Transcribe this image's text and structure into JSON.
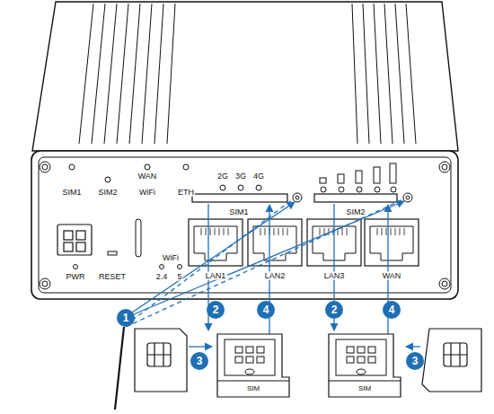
{
  "diagram": {
    "labels": [
      "WAN",
      "SIM1",
      "SIM2",
      "WiFi",
      "ETH",
      "2G",
      "3G",
      "4G",
      "SIM1",
      "SIM2",
      "PWR",
      "RESET",
      "WiFi",
      "2.4",
      "5",
      "LAN1",
      "LAN2",
      "LAN3",
      "WAN",
      "1",
      "2",
      "4",
      "2",
      "4",
      "3",
      "3",
      "SIM",
      "SIM"
    ]
  }
}
